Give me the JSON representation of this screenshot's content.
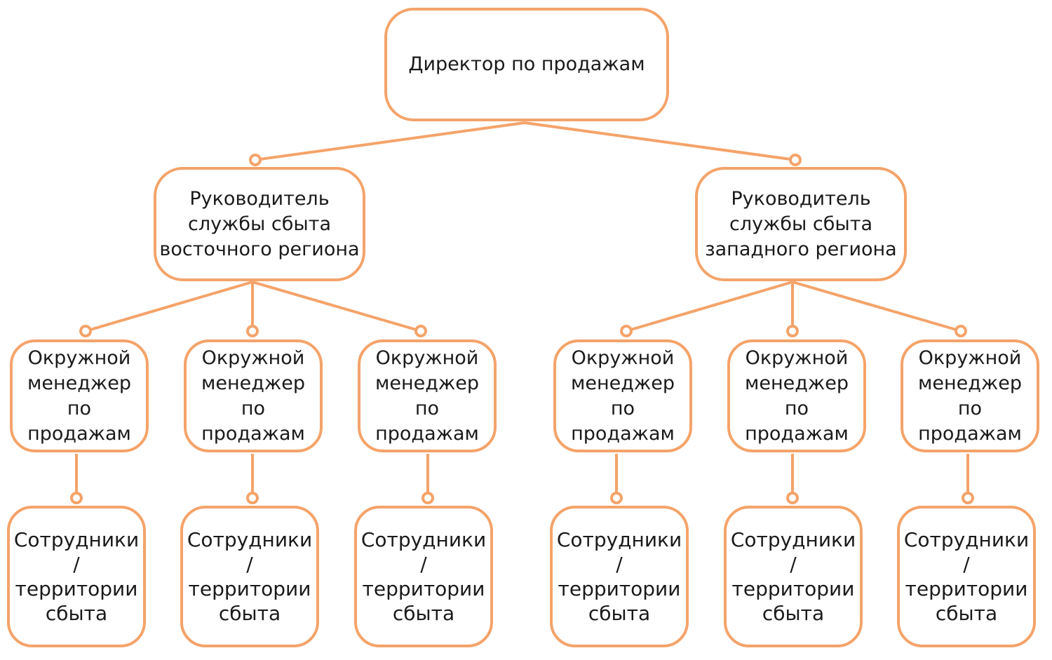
{
  "accent_color": "#f4a36a",
  "text_color": "#1a1a1a",
  "nodes": {
    "director": "Директор по продажам",
    "east_head": "Руководитель\nслужбы сбыта\nвосточного региона",
    "west_head": "Руководитель\nслужбы сбыта\nзападного региона",
    "managers": [
      "Окружной\nменеджер\nпо продажам",
      "Окружной\nменеджер\nпо продажам",
      "Окружной\nменеджер\nпо продажам",
      "Окружной\nменеджер\nпо продажам",
      "Окружной\nменеджер\nпо продажам",
      "Окружной\nменеджер\nпо продажам"
    ],
    "staff": [
      "Сотрудники /\nтерритории\nсбыта",
      "Сотрудники /\nтерритории\nсбыта",
      "Сотрудники /\nтерритории\nсбыта",
      "Сотрудники /\nтерритории\nсбыта",
      "Сотрудники /\nтерритории\nсбыта",
      "Сотрудники /\nтерритории\nсбыта"
    ]
  }
}
